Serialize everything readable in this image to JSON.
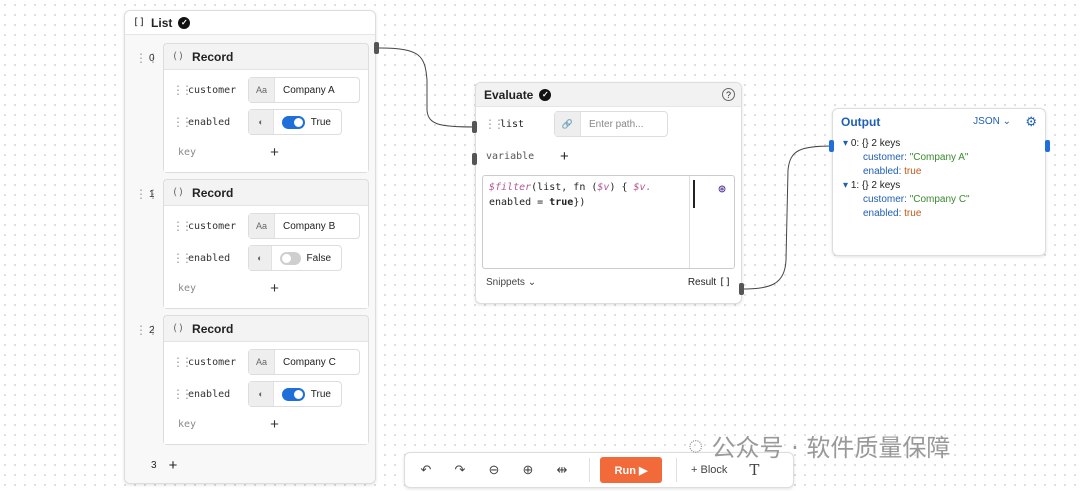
{
  "list_panel": {
    "title": "List",
    "bracket": "[]",
    "records": [
      {
        "index": "0",
        "title": "Record",
        "customer_key": "customer",
        "customer_value": "Company A",
        "enabled_key": "enabled",
        "enabled_value": "True",
        "enabled_on": true,
        "key_placeholder": "key"
      },
      {
        "index": "1",
        "title": "Record",
        "customer_key": "customer",
        "customer_value": "Company B",
        "enabled_key": "enabled",
        "enabled_value": "False",
        "enabled_on": false,
        "key_placeholder": "key"
      },
      {
        "index": "2",
        "title": "Record",
        "customer_key": "customer",
        "customer_value": "Company C",
        "enabled_key": "enabled",
        "enabled_value": "True",
        "enabled_on": true,
        "key_placeholder": "key"
      }
    ],
    "next_index": "3",
    "record_icon": "()",
    "text_icon": "Aa"
  },
  "evaluate_panel": {
    "title": "Evaluate",
    "help": "?",
    "list_label": "list",
    "path_placeholder": "Enter path...",
    "variable_label": "variable",
    "code_fn": "$filter",
    "code_p1": "(list, fn (",
    "code_v": "$v",
    "code_p2": ") { ",
    "code_v2": "$v.",
    "code_line2a": "enabled = ",
    "code_true": "true",
    "code_line2b": "})",
    "snippets_label": "Snippets",
    "result_label": "Result",
    "result_bracket": "[]"
  },
  "output_panel": {
    "title": "Output",
    "format": "JSON",
    "items": [
      {
        "index": "0:",
        "braces": "{}",
        "count": "2 keys",
        "customer_key": "customer:",
        "customer_value": "\"Company A\"",
        "enabled_key": "enabled:",
        "enabled_value": "true"
      },
      {
        "index": "1:",
        "braces": "{}",
        "count": "2 keys",
        "customer_key": "customer:",
        "customer_value": "\"Company C\"",
        "enabled_key": "enabled:",
        "enabled_value": "true"
      }
    ]
  },
  "toolbar": {
    "run_label": "Run",
    "block_label": "+ Block",
    "text_tool": "T"
  },
  "watermark": "公众号 · 软件质量保障",
  "colors": {
    "accent": "#1e6fd9",
    "run": "#f26a3a",
    "fn": "#b25a96",
    "str": "#3a8a2e",
    "bool": "#c0581c"
  }
}
